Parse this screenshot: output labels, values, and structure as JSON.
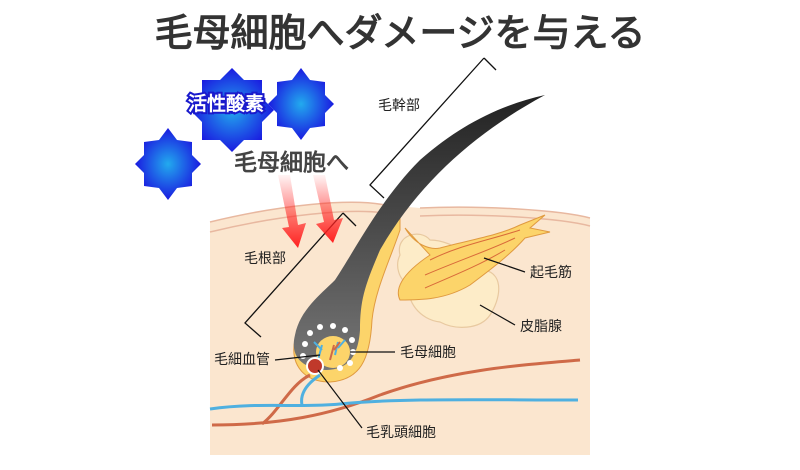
{
  "title": "毛母細胞へダメージを与える",
  "active_oxygen_label": "活性酸素",
  "arrow_caption": "毛母細胞へ",
  "labels": {
    "hair_shaft": "毛幹部",
    "hair_root": "毛根部",
    "arrector_pili": "起毛筋",
    "sebaceous_gland": "皮脂腺",
    "hair_matrix_cell": "毛母細胞",
    "capillary": "毛細血管",
    "dermal_papilla_cell": "毛乳頭細胞"
  },
  "colors": {
    "star_blue": "#1a1ae0",
    "star_center": "#22aaee",
    "arrow_red": "#ff2020",
    "skin": "#fbe6cf",
    "hair": "#333333",
    "sheath": "#fcd46a",
    "vessel_red": "#cf6a48",
    "vessel_blue": "#4fb0e0"
  }
}
